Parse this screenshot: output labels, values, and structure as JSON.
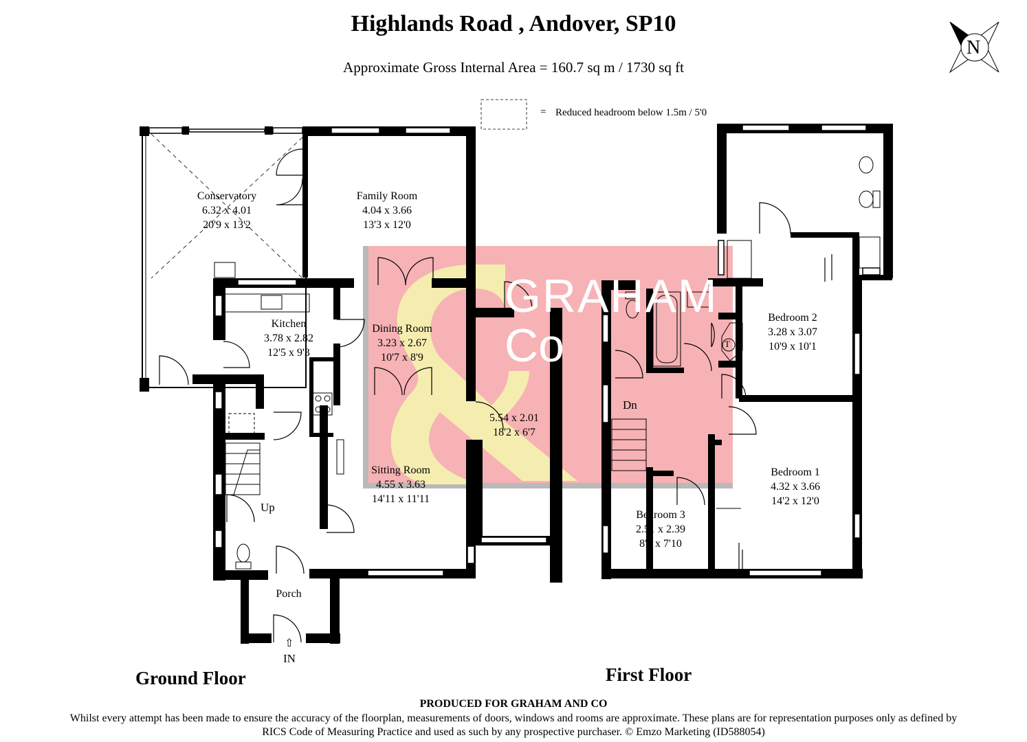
{
  "header": {
    "title": "Highlands Road , Andover, SP10",
    "subtitle": "Approximate Gross Internal Area = 160.7 sq m / 1730 sq ft",
    "legend_text": "Reduced headroom below 1.5m / 5'0",
    "legend_symbol": "="
  },
  "compass": {
    "letter": "N"
  },
  "watermark": {
    "line1": "GRAHAM",
    "line2": "Co",
    "bg_color": "#f7b2b5",
    "mark_color": "#f4f0b0"
  },
  "ground_floor": {
    "label": "Ground Floor",
    "rooms": [
      {
        "name": "Conservatory",
        "metric": "6.32 x 4.01",
        "imperial": "20'9 x 13'2"
      },
      {
        "name": "Family Room",
        "metric": "4.04 x 3.66",
        "imperial": "13'3 x 12'0"
      },
      {
        "name": "Kitchen",
        "metric": "3.78 x 2.82",
        "imperial": "12'5 x 9'3"
      },
      {
        "name": "Dining Room",
        "metric": "3.23 x 2.67",
        "imperial": "10'7 x 8'9"
      },
      {
        "name": "",
        "metric": "5.54 x 2.01",
        "imperial": "18'2 x 6'7"
      },
      {
        "name": "Sitting Room",
        "metric": "4.55 x 3.63",
        "imperial": "14'11 x 11'11"
      },
      {
        "name": "Porch",
        "metric": "",
        "imperial": ""
      }
    ],
    "up_label": "Up",
    "in_label": "IN"
  },
  "first_floor": {
    "label": "First Floor",
    "rooms": [
      {
        "name": "Bedroom 2",
        "metric": "3.28 x 3.07",
        "imperial": "10'9 x 10'1"
      },
      {
        "name": "Bedroom 1",
        "metric": "4.32 x 3.66",
        "imperial": "14'2 x 12'0"
      },
      {
        "name": "Bedroom 3",
        "metric": "2.51 x 2.39",
        "imperial": "8'3 x 7'10"
      }
    ],
    "dn_label": "Dn",
    "tank_label": "T"
  },
  "footer": {
    "heading": "PRODUCED FOR GRAHAM AND CO",
    "disclaimer": "Whilst every attempt has been made to ensure the accuracy of the floorplan, measurements of doors, windows and rooms are approximate. These plans are for representation purposes only as defined by RICS Code of Measuring Practice and used as such by any prospective purchaser. © Emzo Marketing (ID588054)"
  }
}
